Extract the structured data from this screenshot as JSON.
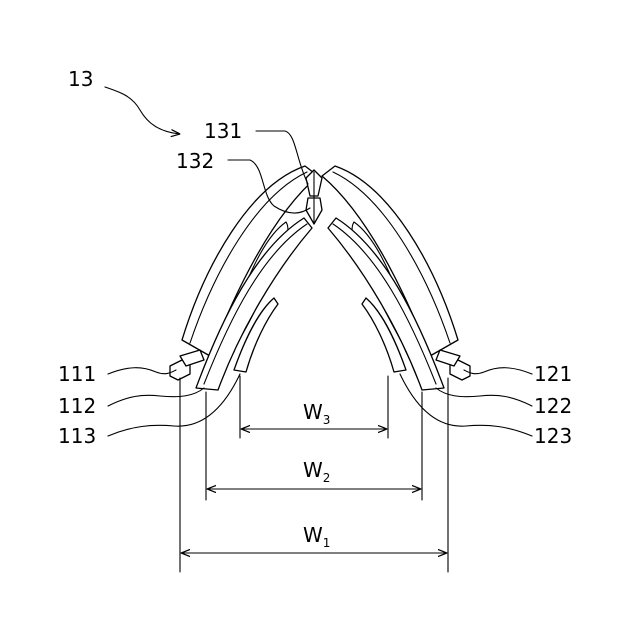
{
  "assembly_label": "13",
  "tip_labels": {
    "inner": "131",
    "outer": "132"
  },
  "left_labels": [
    "111",
    "112",
    "113"
  ],
  "right_labels": [
    "121",
    "122",
    "123"
  ],
  "dimensions": [
    {
      "base": "W",
      "sub": "3"
    },
    {
      "base": "W",
      "sub": "2"
    },
    {
      "base": "W",
      "sub": "1"
    }
  ]
}
